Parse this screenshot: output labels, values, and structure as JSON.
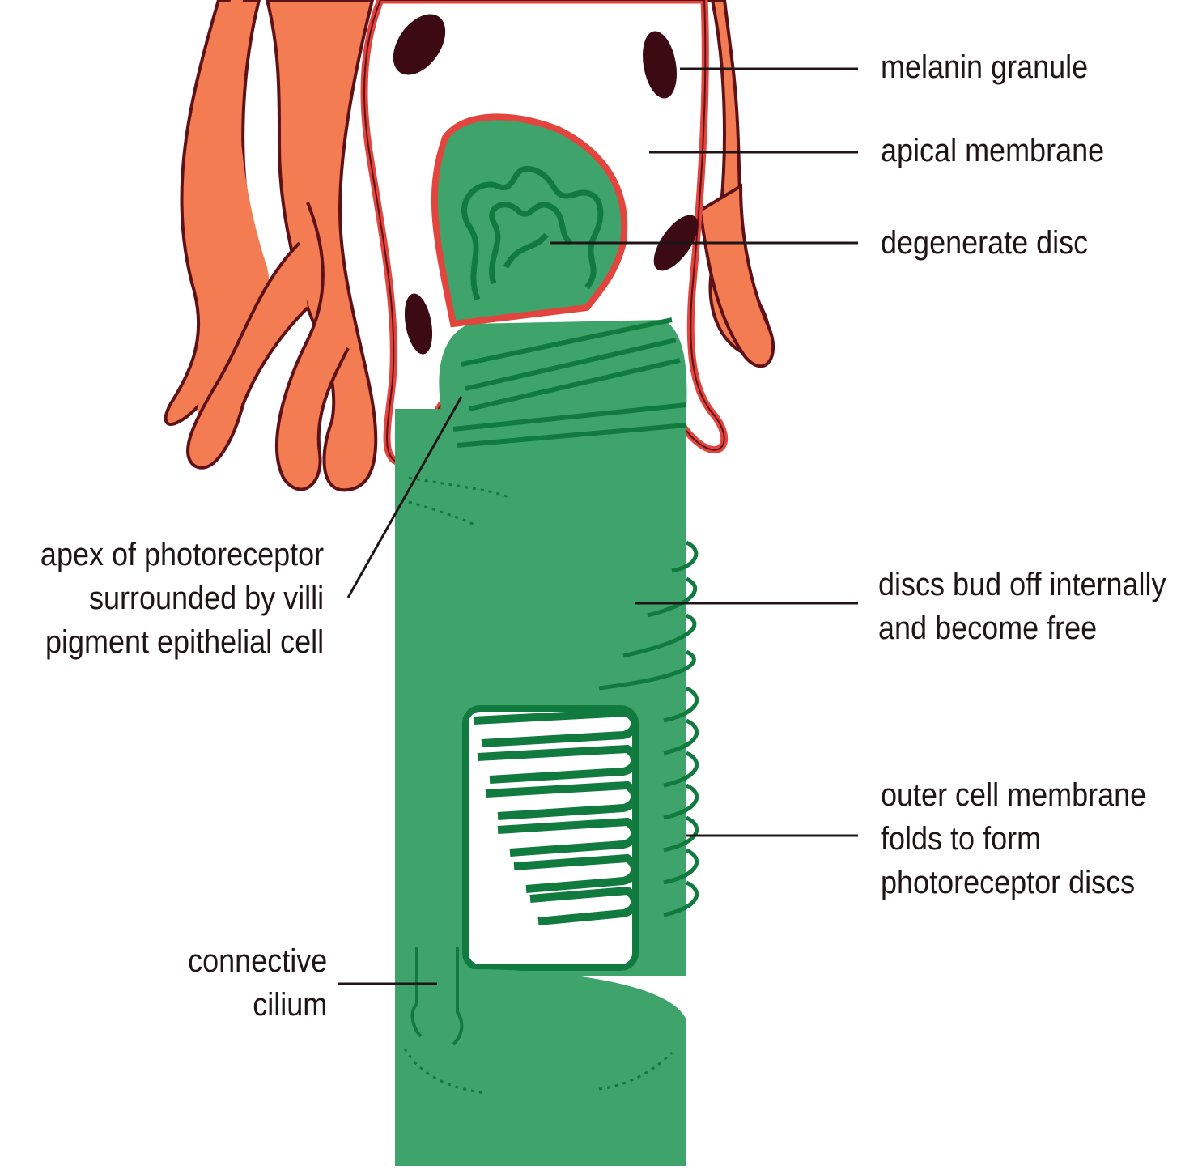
{
  "colors": {
    "pigment_cell": "#f47c53",
    "pigment_outline": "#5e1218",
    "apical_membrane": "#e2453e",
    "photoreceptor": "#3ea46c",
    "photoreceptor_dark": "#117a3e",
    "melanin": "#3c0a12",
    "leader_line": "#1f1517"
  },
  "labels": {
    "melanin_granule": "melanin granule",
    "apical_membrane": "apical membrane",
    "degenerate_disc": "degenerate disc",
    "discs_bud": [
      "discs bud off internally",
      "and become free"
    ],
    "outer_membrane": [
      "outer cell membrane",
      "folds to form",
      "photoreceptor discs"
    ],
    "apex": [
      "apex  of photoreceptor",
      "surrounded by villi",
      "pigment epithelial cell"
    ],
    "connective_cilium": [
      "connective",
      "cilium"
    ]
  }
}
